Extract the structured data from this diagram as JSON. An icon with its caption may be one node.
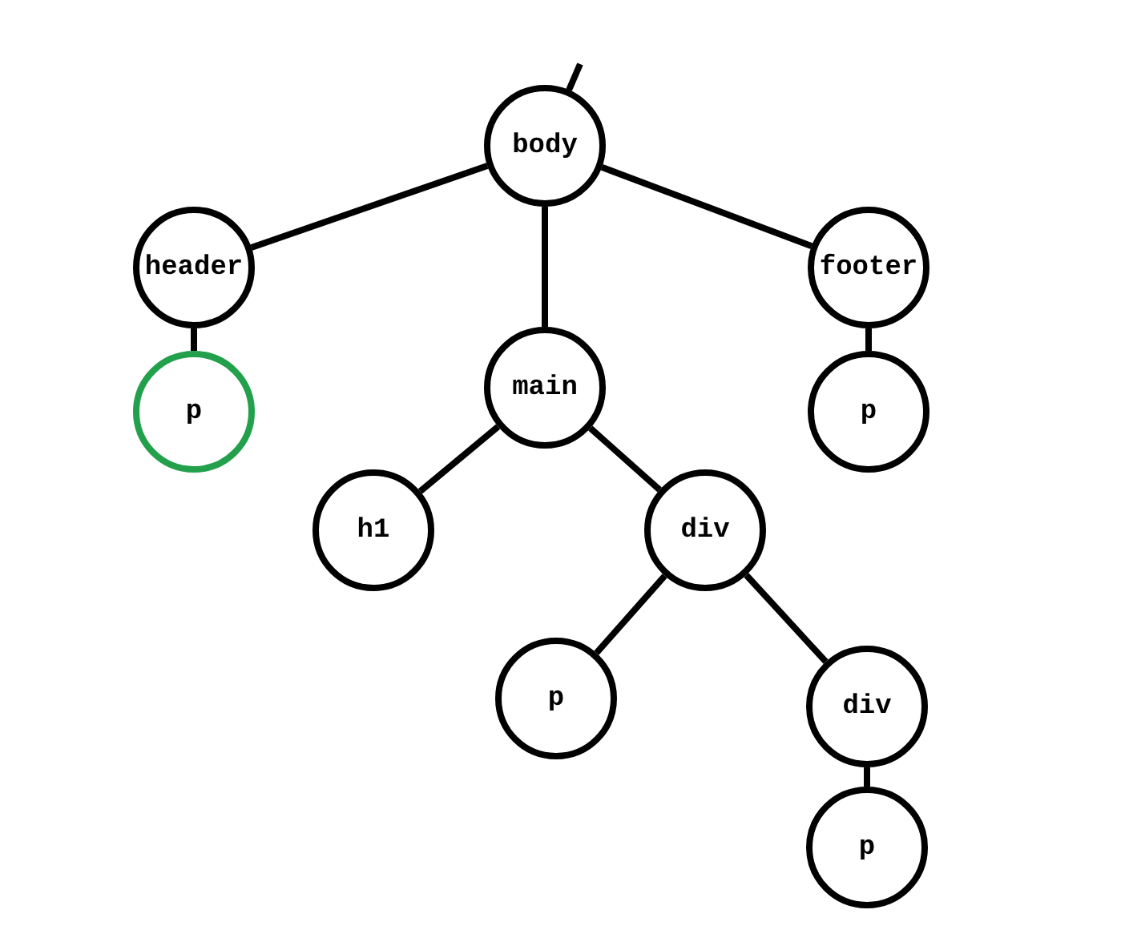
{
  "diagram": {
    "nodes": [
      {
        "text": [
          "body"
        ]
      },
      {
        "text": [
          "header"
        ]
      },
      {
        "text": [
          "footer"
        ]
      },
      {
        "text": [
          "p"
        ]
      },
      {
        "text": [
          "main"
        ]
      },
      {
        "text": [
          "p"
        ]
      },
      {
        "text": [
          "h1"
        ]
      },
      {
        "text": [
          "div"
        ]
      },
      {
        "text": [
          "p"
        ]
      },
      {
        "text": [
          "div"
        ]
      },
      {
        "text": [
          "p"
        ]
      }
    ],
    "edges": [
      {
        "from": null,
        "to": 0,
        "arrow": "none"
      },
      {
        "from": 0,
        "to": 1,
        "arrow": "none"
      },
      {
        "from": 0,
        "to": 4,
        "arrow": "none"
      },
      {
        "from": 0,
        "to": 2,
        "arrow": "none"
      },
      {
        "from": 1,
        "to": 3,
        "arrow": "none"
      },
      {
        "from": 2,
        "to": 5,
        "arrow": "none"
      },
      {
        "from": 4,
        "to": 6,
        "arrow": "none"
      },
      {
        "from": 4,
        "to": 7,
        "arrow": "none"
      },
      {
        "from": 7,
        "to": 8,
        "arrow": "none"
      },
      {
        "from": 7,
        "to": 9,
        "arrow": "none"
      },
      {
        "from": 9,
        "to": 10,
        "arrow": "none"
      }
    ]
  }
}
